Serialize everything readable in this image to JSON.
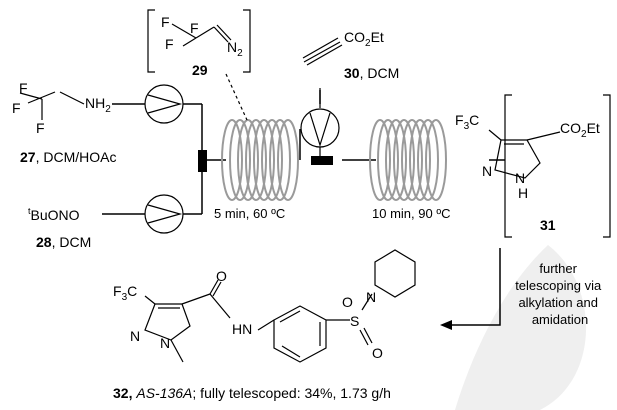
{
  "colors": {
    "watermark": "#efefef",
    "coil": "#9a9a9a",
    "line": "#000000"
  },
  "reagents": {
    "r27": {
      "number": "27",
      "solvent": ", DCM/HOAc",
      "label_nh2": "NH",
      "label_nh2_sub": "2"
    },
    "r28": {
      "number": "28",
      "solvent": ", DCM",
      "tbu_sup": "t",
      "tbuono": "BuONO"
    },
    "r29": {
      "number": "29",
      "label_n2": "N",
      "label_n2_sub": "2"
    },
    "r30": {
      "number": "30",
      "solvent": ", DCM",
      "co2et_1": "CO",
      "co2et_2": "2",
      "co2et_3": "Et"
    },
    "r31": {
      "number": "31"
    }
  },
  "conditions": {
    "reactor1": {
      "time": "5 min, 60 ",
      "unit": "ºC"
    },
    "reactor2": {
      "time": "10 min, 90 ",
      "unit": "ºC"
    }
  },
  "atoms": {
    "F": "F",
    "F3C_1": "F",
    "F3C_2": "3",
    "F3C_3": "C",
    "N": "N",
    "NH": "N",
    "H": "H",
    "HN": "HN",
    "S": "S",
    "O": "O",
    "CO2Et_1": "CO",
    "CO2Et_2": "2",
    "CO2Et_3": "Et"
  },
  "arrow_note": [
    "further",
    "telescoping via",
    "alkylation and",
    "amidation"
  ],
  "product": {
    "number": "32,",
    "name": "AS-136A",
    "yield": "; fully telescoped: 34%, 1.73 g/h"
  }
}
